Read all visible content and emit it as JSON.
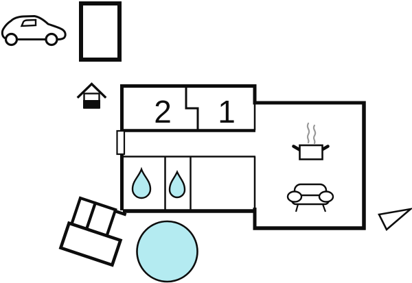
{
  "colors": {
    "wall": "#000000",
    "water": "#b4ebf1",
    "steam": "#999999",
    "background": "#ffffff"
  },
  "plan": {
    "room_labels": {
      "bedroom_2": "2",
      "bedroom_1": "1"
    },
    "icons": {
      "vehicle": "car-icon",
      "parking": "carport",
      "outbuilding": "house-icon",
      "entry": "entrance-door",
      "bathroom_large": "water-drop-icon",
      "bathroom_small": "water-drop-icon",
      "kitchen": "cooking-pot-icon",
      "kitchen_steam": "steam-icon",
      "living_room": "sofa-icon",
      "outdoor_pool": "pool-circle",
      "pointer": "direction-triangle-icon"
    }
  }
}
